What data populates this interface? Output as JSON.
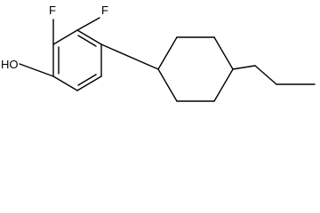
{
  "molecule": {
    "atoms": {
      "fluorine_1": "F",
      "fluorine_2": "F",
      "hydroxyl": "HO"
    },
    "colors": {
      "bond": "#000000",
      "label": "#000000",
      "background": "#ffffff"
    }
  }
}
